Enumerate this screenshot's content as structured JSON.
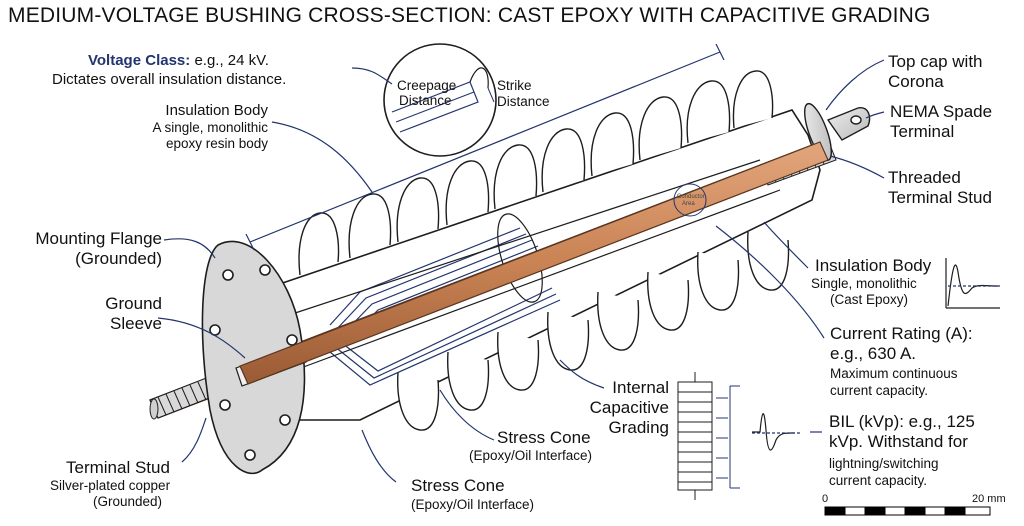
{
  "title": "MEDIUM-VOLTAGE BUSHING CROSS-SECTION: CAST EPOXY WITH CAPACITIVE GRADING",
  "labels": {
    "voltage_class_key": "Voltage Class:",
    "voltage_class_value": "e.g., 24 kV.",
    "voltage_class_desc": "Dictates overall insulation distance.",
    "insulation_body_left_title": "Insulation Body",
    "insulation_body_left_line1": "A single, monolithic",
    "insulation_body_left_line2": "epoxy resin body",
    "creepage_line1": "Creepage",
    "creepage_line2": "Distance",
    "strike_line1": "Strike",
    "strike_line2": "Distance",
    "mounting_flange_line1": "Mounting Flange",
    "mounting_flange_line2": "(Grounded)",
    "ground_sleeve_line1": "Ground",
    "ground_sleeve_line2": "Sleeve",
    "terminal_stud_title": "Terminal Stud",
    "terminal_stud_line1": "Silver-plated copper",
    "terminal_stud_line2": "(Grounded)",
    "stress_cone_bottom_title": "Stress Cone",
    "stress_cone_bottom_sub": "(Epoxy/Oil Interface)",
    "stress_cone_mid_title": "Stress Cone",
    "stress_cone_mid_sub": "(Epoxy/Oil Interface)",
    "internal_grading_line1": "Internal",
    "internal_grading_line2": "Capacitive",
    "internal_grading_line3": "Grading",
    "top_cap_line1": "Top cap with",
    "top_cap_line2": "Corona",
    "nema_line1": "NEMA Spade",
    "nema_line2": "Terminal",
    "threaded_line1": "Threaded",
    "threaded_line2": "Terminal Stud",
    "insulation_body_right_title": "Insulation Body",
    "insulation_body_right_line1": "Single, monolithic",
    "insulation_body_right_line2": "(Cast Epoxy)",
    "current_rating_title": "Current Rating (A):",
    "current_rating_value": "e.g., 630 A.",
    "current_rating_line1": "Maximum continuous",
    "current_rating_line2": "current capacity.",
    "bil_line1": "BIL (kVp): e.g., 125",
    "bil_line2": "kVp. Withstand for",
    "bil_line3": "lightning/switching",
    "bil_line4": "current capacity.",
    "conductor_tag_line1": "Conductor",
    "conductor_tag_line2": "Area"
  },
  "scale_bar": {
    "start_label": "0",
    "end_label": "20 mm"
  },
  "colors": {
    "conductor": "#c9845a",
    "outline": "#1d1d1d",
    "leader": "#23356e",
    "accent_blue": "#23356e",
    "flange_fill": "#d8d8d8"
  }
}
